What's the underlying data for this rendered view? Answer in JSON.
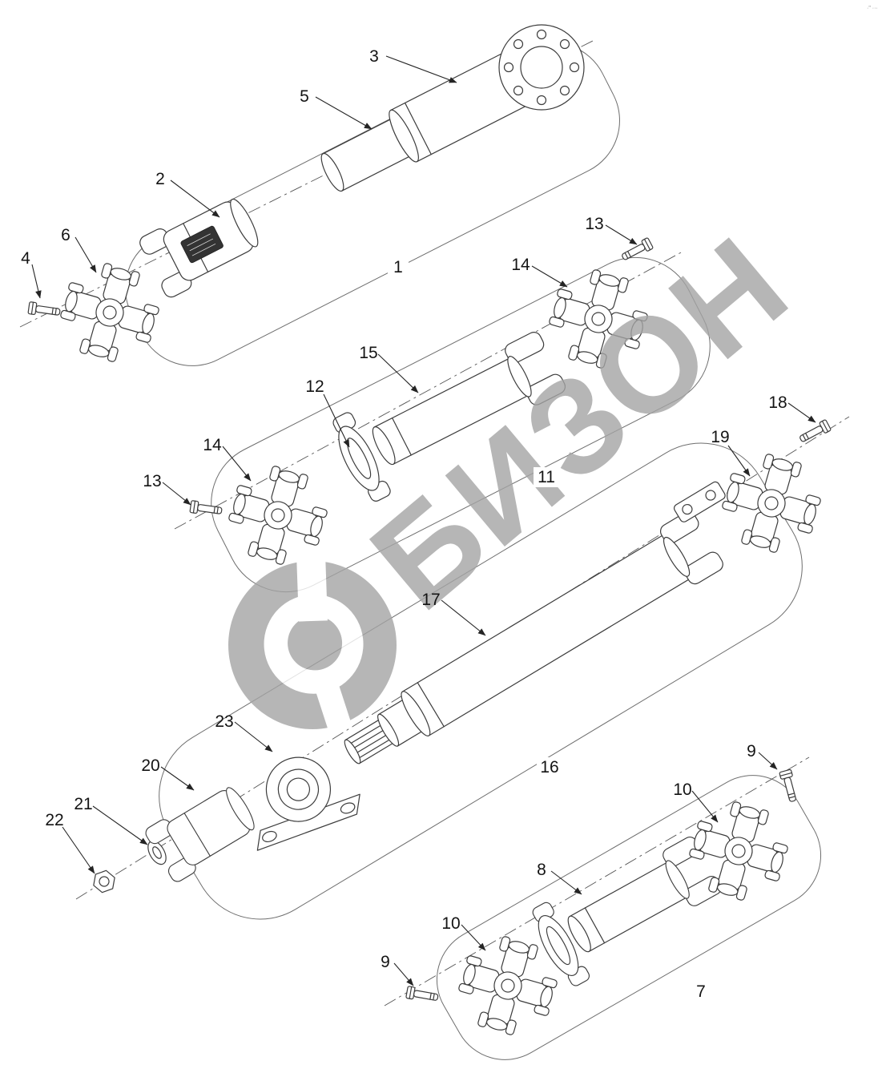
{
  "watermark": {
    "text": "БИЗОН",
    "color": "#a4a4a4"
  },
  "corner_mark": "·\" ···",
  "diagram": {
    "callouts": [
      {
        "label": "3"
      },
      {
        "label": "5"
      },
      {
        "label": "2"
      },
      {
        "label": "6"
      },
      {
        "label": "4"
      },
      {
        "label": "1"
      },
      {
        "label": "13"
      },
      {
        "label": "14"
      },
      {
        "label": "15"
      },
      {
        "label": "12"
      },
      {
        "label": "18"
      },
      {
        "label": "19"
      },
      {
        "label": "14"
      },
      {
        "label": "13"
      },
      {
        "label": "11"
      },
      {
        "label": "17"
      },
      {
        "label": "23"
      },
      {
        "label": "20"
      },
      {
        "label": "21"
      },
      {
        "label": "22"
      },
      {
        "label": "16"
      },
      {
        "label": "9"
      },
      {
        "label": "10"
      },
      {
        "label": "8"
      },
      {
        "label": "10"
      },
      {
        "label": "9"
      },
      {
        "label": "7"
      }
    ]
  }
}
